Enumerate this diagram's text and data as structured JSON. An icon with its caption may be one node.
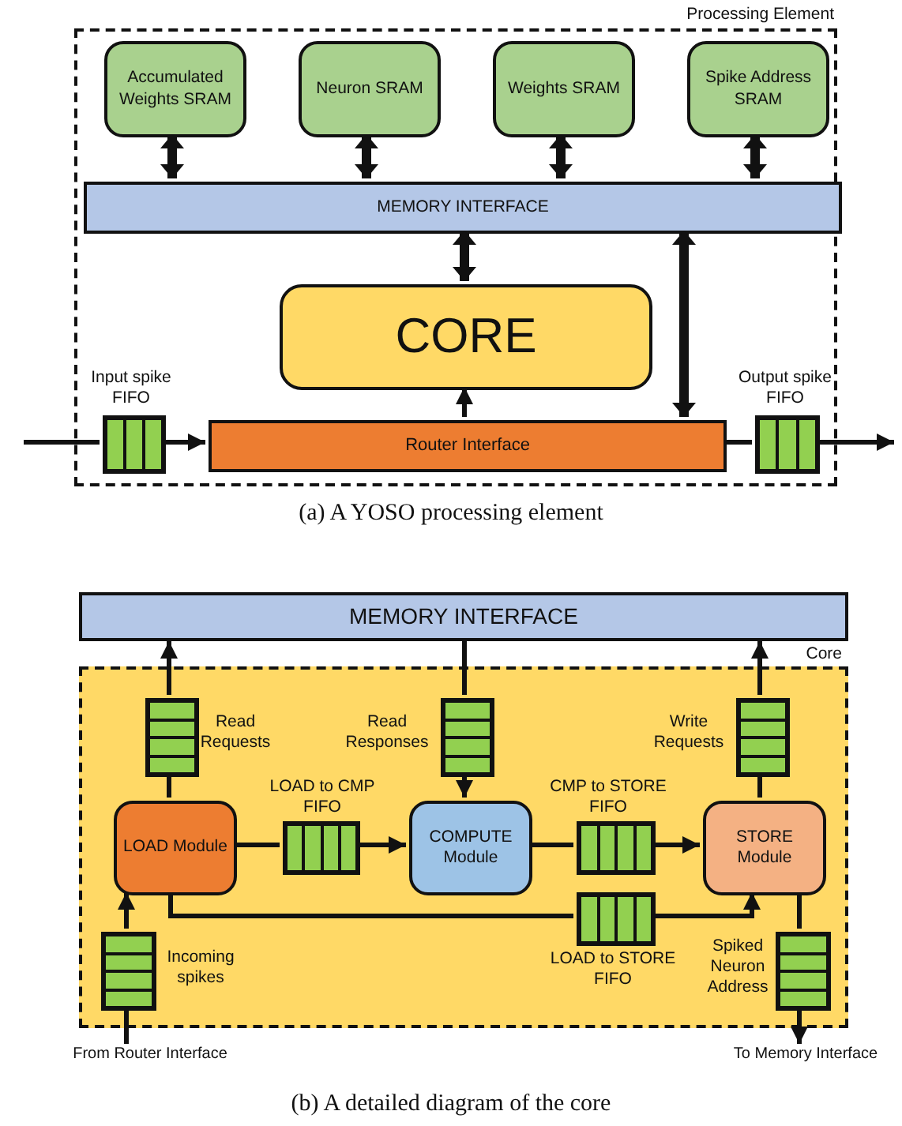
{
  "diagram": {
    "nodes": [
      {
        "text": [
          "Processing Element"
        ]
      },
      {
        "text": [
          "Accumulated Weights SRAM"
        ],
        "in": 0
      },
      {
        "text": [
          "Neuron SRAM"
        ],
        "in": 0
      },
      {
        "text": [
          "Weights SRAM"
        ],
        "in": 0
      },
      {
        "text": [
          "Spike Address SRAM"
        ],
        "in": 0
      },
      {
        "text": [
          "MEMORY INTERFACE"
        ],
        "in": 0
      },
      {
        "text": [
          "CORE"
        ],
        "in": 0
      },
      {
        "text": [],
        "shape": "box",
        "in": 0,
        "beside": [
          "Input spike FIFO"
        ]
      },
      {
        "text": [
          "Router Interface"
        ],
        "in": 0
      },
      {
        "text": [],
        "shape": "box",
        "in": 0,
        "beside": [
          "Output spike FIFO"
        ]
      },
      {
        "text": [
          "MEMORY INTERFACE"
        ]
      },
      {
        "text": [
          "Core"
        ]
      },
      {
        "text": [],
        "shape": "box",
        "in": 11,
        "beside": [
          "Read Requests"
        ]
      },
      {
        "text": [],
        "shape": "box",
        "in": 11,
        "beside": [
          "Read Responses"
        ]
      },
      {
        "text": [],
        "shape": "box",
        "in": 11,
        "beside": [
          "Write Requests"
        ]
      },
      {
        "text": [
          "LOAD Module"
        ],
        "in": 11
      },
      {
        "text": [],
        "shape": "box",
        "in": 11,
        "beside": [
          "LOAD to CMP FIFO"
        ]
      },
      {
        "text": [
          "COMPUTE Module"
        ],
        "in": 11
      },
      {
        "text": [],
        "shape": "box",
        "in": 11,
        "beside": [
          "CMP to STORE FIFO"
        ]
      },
      {
        "text": [
          "STORE Module"
        ],
        "in": 11
      },
      {
        "text": [],
        "shape": "box",
        "in": 11,
        "beside": [
          "LOAD to STORE FIFO"
        ]
      },
      {
        "text": [],
        "shape": "box",
        "in": 11,
        "beside": [
          "Incoming spikes"
        ]
      },
      {
        "text": [],
        "shape": "box",
        "in": 11,
        "beside": [
          "Spiked Neuron Address"
        ]
      },
      {
        "text": [
          "From Router Interface"
        ]
      },
      {
        "text": [
          "To Memory Interface"
        ]
      }
    ],
    "edges": [
      {
        "from": 1,
        "to": 5,
        "arrow": "both",
        "style": "thick"
      },
      {
        "from": 2,
        "to": 5,
        "arrow": "both",
        "style": "thick"
      },
      {
        "from": 3,
        "to": 5,
        "arrow": "both",
        "style": "thick"
      },
      {
        "from": 4,
        "to": 5,
        "arrow": "both",
        "style": "thick"
      },
      {
        "from": 5,
        "to": 6,
        "arrow": "both",
        "style": "thick"
      },
      {
        "from": 8,
        "to": 6,
        "arrow": "to"
      },
      {
        "from": 8,
        "to": 5,
        "arrow": "both",
        "style": "thick"
      },
      {
        "from": null,
        "to": 7,
        "arrow": "none"
      },
      {
        "from": 7,
        "to": 8,
        "arrow": "to"
      },
      {
        "from": 8,
        "to": 9,
        "arrow": "none"
      },
      {
        "from": 9,
        "to": null,
        "arrow": "to"
      },
      {
        "from": 15,
        "to": 12,
        "arrow": "none"
      },
      {
        "from": 12,
        "to": 10,
        "arrow": "to"
      },
      {
        "from": 10,
        "to": 13,
        "arrow": "none"
      },
      {
        "from": 13,
        "to": 17,
        "arrow": "to"
      },
      {
        "from": 19,
        "to": 14,
        "arrow": "none"
      },
      {
        "from": 14,
        "to": 10,
        "arrow": "to"
      },
      {
        "from": 15,
        "to": 16,
        "arrow": "none"
      },
      {
        "from": 16,
        "to": 17,
        "arrow": "to"
      },
      {
        "from": 17,
        "to": 18,
        "arrow": "none"
      },
      {
        "from": 18,
        "to": 19,
        "arrow": "to"
      },
      {
        "from": 15,
        "to": 20,
        "arrow": "none"
      },
      {
        "from": 20,
        "to": 19,
        "arrow": "to"
      },
      {
        "from": 23,
        "to": 21,
        "arrow": "none"
      },
      {
        "from": 21,
        "to": 15,
        "arrow": "to"
      },
      {
        "from": 19,
        "to": 22,
        "arrow": "none"
      },
      {
        "from": 22,
        "to": 24,
        "arrow": "to"
      }
    ],
    "labels": [
      "(a) A YOSO processing element",
      "(b) A detailed diagram of the core"
    ]
  }
}
